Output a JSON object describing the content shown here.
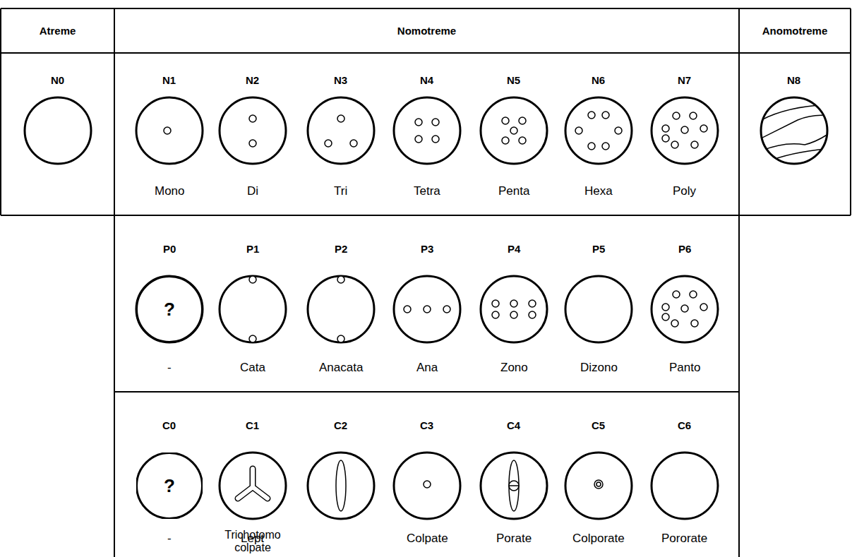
{
  "diagram": {
    "nodes": [
      {
        "text": [
          "Atreme"
        ]
      },
      {
        "text": [
          "Nomotreme"
        ]
      },
      {
        "text": [
          "Anomotreme"
        ]
      },
      {
        "text": [
          "?"
        ]
      },
      {
        "text": [
          "?"
        ]
      }
    ],
    "labels": [
      "N0",
      "N1",
      "N2",
      "N3",
      "N4",
      "N5",
      "N6",
      "N7",
      "N8",
      "Mono",
      "Di",
      "Tri",
      "Tetra",
      "Penta",
      "Hexa",
      "Poly",
      "P0",
      "P1",
      "P2",
      "P3",
      "P4",
      "P5",
      "P6",
      "-",
      "Cata",
      "Anacata",
      "Ana",
      "Zono",
      "Dizono",
      "Panto",
      "C0",
      "C1",
      "C2",
      "C3",
      "C4",
      "C5",
      "C6",
      "-",
      "Lept",
      "Trichotomo colpate",
      "Colpate",
      "Porate",
      "Colporate",
      "Pororate"
    ]
  }
}
